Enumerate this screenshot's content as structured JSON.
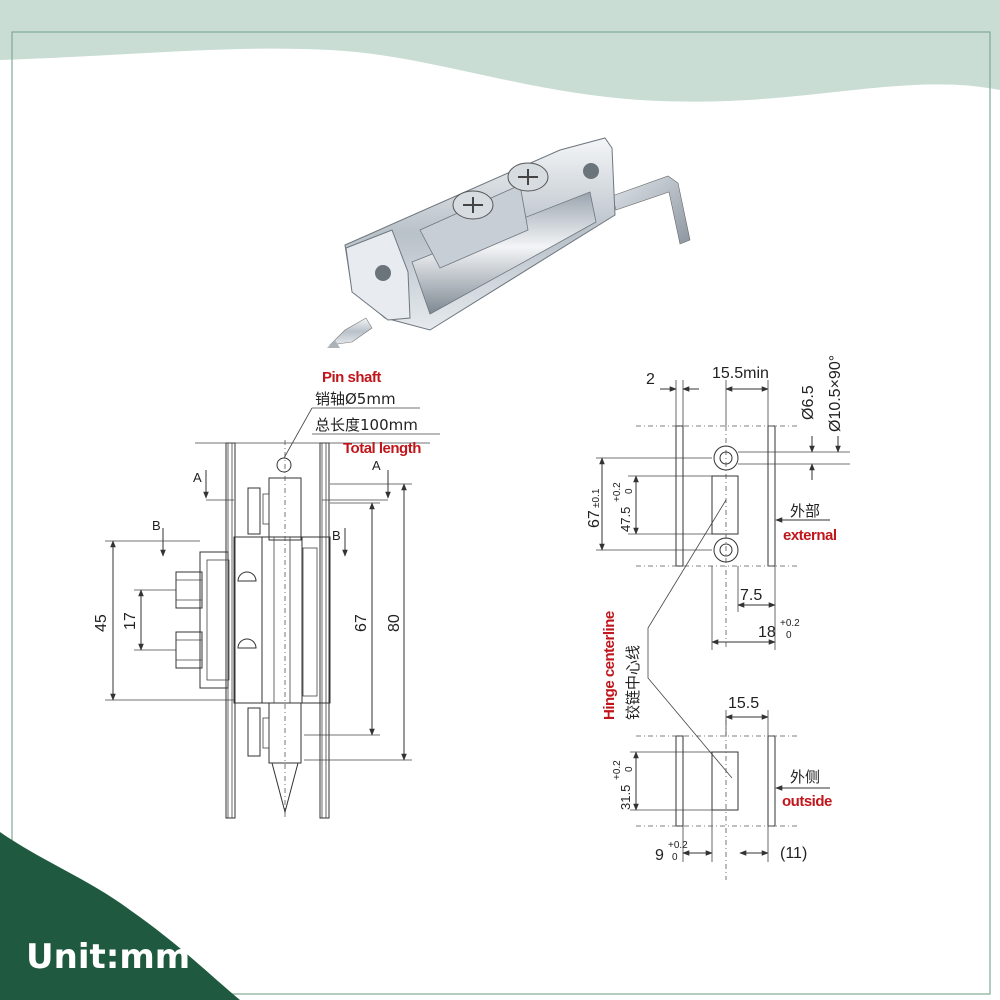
{
  "colors": {
    "top_wave": "#c9ddd4",
    "frame": "#7faa95",
    "corner": "#1f5a40",
    "annotation_red": "#c0161b"
  },
  "unit_label": "Unit:mm",
  "product_photo": {
    "subject": "zinc-alloy concealed door hinge with spring pin shaft"
  },
  "front_view": {
    "pin_shaft_en": "Pin shaft",
    "pin_shaft_cn": "销轴Ø5mm",
    "total_length_cn": "总长度100mm",
    "total_length_en": "Total length",
    "section_a_left": "A",
    "section_a_right": "A",
    "section_b_left": "B",
    "section_b_right": "B",
    "dim_45": "45",
    "dim_17": "17",
    "dim_67": "67",
    "dim_80": "80"
  },
  "cutout_view": {
    "dim_2": "2",
    "dim_15_5_min": "15.5min",
    "dim_dia_6_5": "Ø6.5",
    "dim_dia_10_5": "Ø10.5×90°",
    "dim_67": "67",
    "dim_67_tol": "±0.1",
    "dim_47_5": "47.5",
    "tol_plus_02_a": "+0.2",
    "tol_zero_a": "0",
    "external_cn": "外部",
    "external_en": "external",
    "dim_7_5": "7.5",
    "dim_18": "18",
    "tol_plus_02_b": "+0.2",
    "tol_zero_b": "0",
    "hinge_centerline_en": "Hinge centerline",
    "hinge_centerline_cn": "铰链中心线"
  },
  "side_view": {
    "dim_15_5": "15.5",
    "dim_31_5": "31.5",
    "tol_plus_02_c": "+0.2",
    "tol_zero_c": "0",
    "outside_cn": "外侧",
    "outside_en": "outside",
    "dim_9": "9",
    "tol_plus_02_d": "+0.2",
    "tol_zero_d": "0",
    "dim_11": "(11)"
  }
}
